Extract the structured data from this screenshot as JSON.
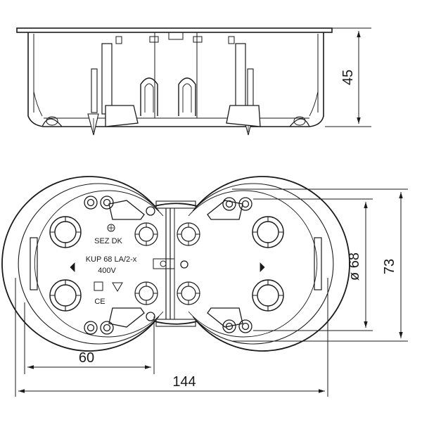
{
  "dimensions": {
    "height": "45",
    "diameter": "ø 68",
    "width_total": "73",
    "spacing": "60",
    "length_total": "144"
  },
  "markings": {
    "brand": "SEZ DK",
    "model": "KUP 68 LA/2-x",
    "voltage": "400V",
    "ce": "CE"
  }
}
